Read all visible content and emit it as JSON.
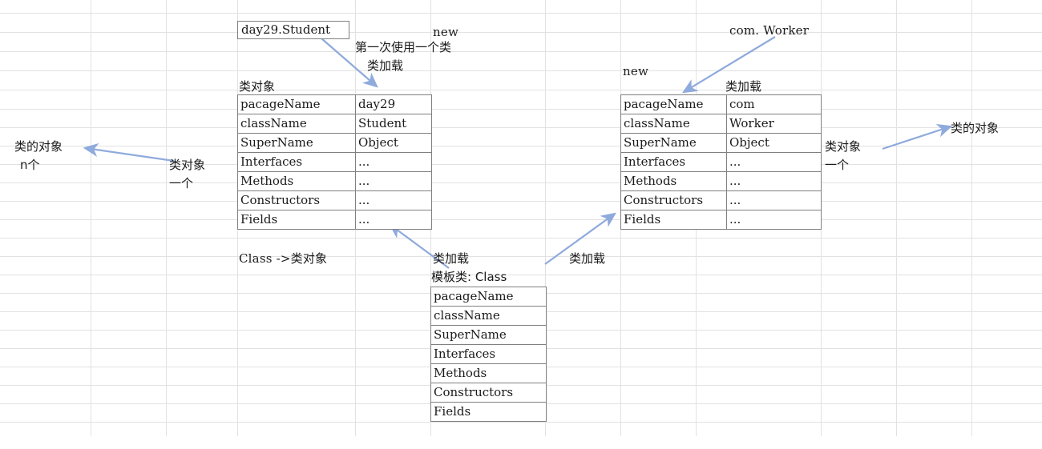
{
  "sheet": {
    "background": "#ffffff",
    "gridline_color": "#e2e2e2",
    "table_border_color": "#808080",
    "arrow_color": "#8faadc",
    "text_color": "#1a1a1a"
  },
  "labels": {
    "class_fullname_student": "day29.Student",
    "class_fullname_worker": "com. Worker",
    "new_left": "new",
    "new_right": "new",
    "first_use_note": "第一次使用一个类",
    "class_load_note": "类加载",
    "class_load_left_of_template": "类加载",
    "class_load_right_of_template": "类加载",
    "class_load_above_table2": "类加载",
    "class_object_caption_1": "类对象",
    "class_mapping_note": "Class ->类对象",
    "template_class_title": "模板类: Class",
    "left_outer_object": "类的对象",
    "left_outer_object_count": "n个",
    "left_class_object": "类对象",
    "left_class_object_count": "一个",
    "right_class_object": "类对象",
    "right_class_object_count": "一个",
    "right_outer_object": "类的对象"
  },
  "table_student": {
    "caption": "类对象",
    "rows": [
      {
        "key": "pacageName",
        "value": "day29"
      },
      {
        "key": "className",
        "value": "Student"
      },
      {
        "key": "SuperName",
        "value": "Object"
      },
      {
        "key": "Interfaces",
        "value": "..."
      },
      {
        "key": "Methods",
        "value": "..."
      },
      {
        "key": "Constructors",
        "value": "..."
      },
      {
        "key": "Fields",
        "value": "..."
      }
    ]
  },
  "table_worker": {
    "caption": "类加载",
    "rows": [
      {
        "key": "pacageName",
        "value": "com"
      },
      {
        "key": "className",
        "value": "Worker"
      },
      {
        "key": "SuperName",
        "value": "Object"
      },
      {
        "key": "Interfaces",
        "value": "..."
      },
      {
        "key": "Methods",
        "value": "..."
      },
      {
        "key": "Constructors",
        "value": "..."
      },
      {
        "key": "Fields",
        "value": "..."
      }
    ]
  },
  "table_template": {
    "title": "模板类: Class",
    "rows": [
      {
        "key": "pacageName"
      },
      {
        "key": "className"
      },
      {
        "key": "SuperName"
      },
      {
        "key": "Interfaces"
      },
      {
        "key": "Methods"
      },
      {
        "key": "Constructors"
      },
      {
        "key": "Fields"
      }
    ]
  }
}
